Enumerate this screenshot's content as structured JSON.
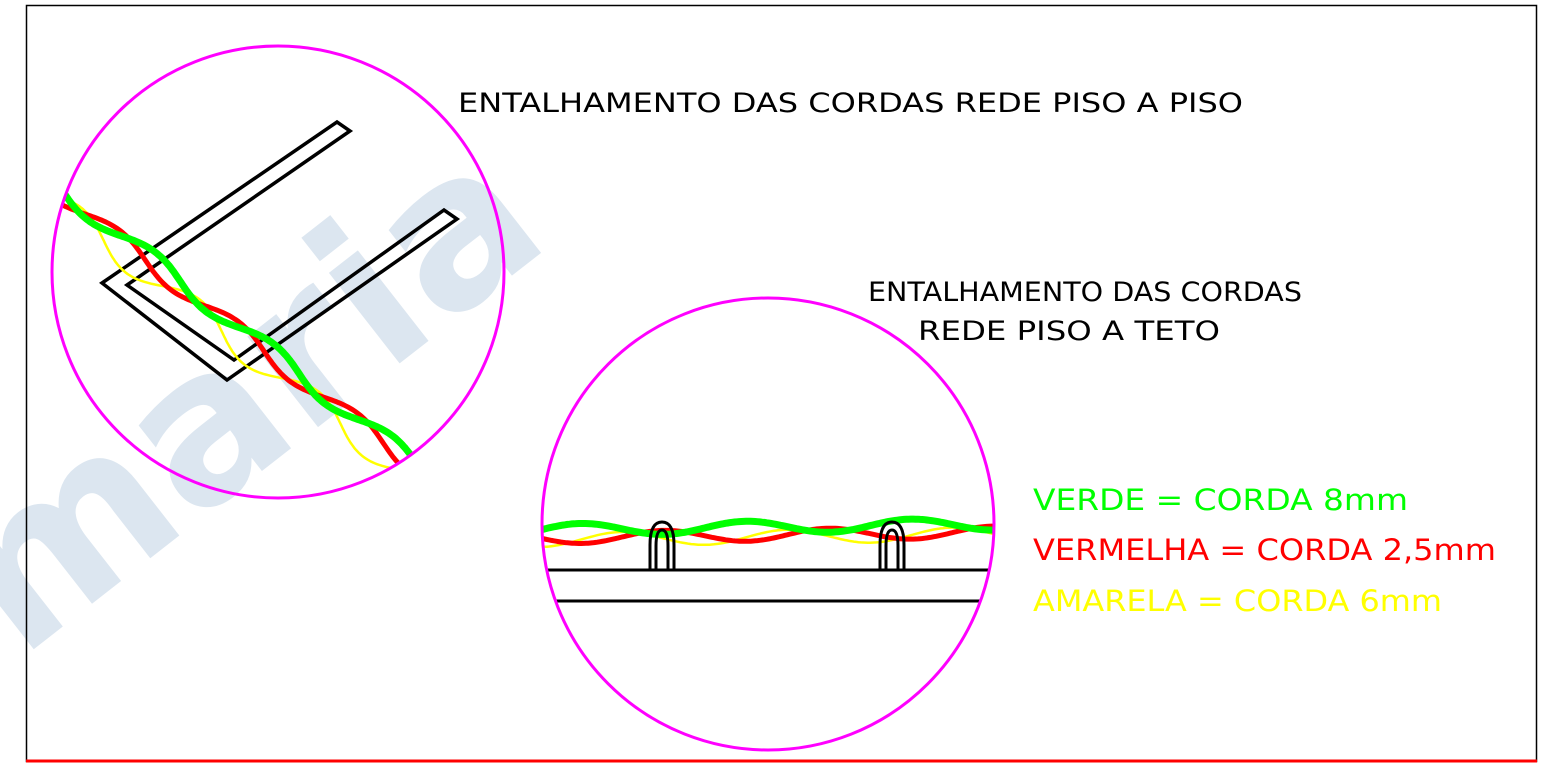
{
  "titles": {
    "floor_to_floor": "ENTALHAMENTO DAS CORDAS REDE PISO A PISO",
    "floor_to_ceiling_line1": "ENTALHAMENTO DAS CORDAS",
    "floor_to_ceiling_line2": "REDE PISO A TETO"
  },
  "legend": {
    "green": {
      "text": "VERDE = CORDA 8mm",
      "color": "#00ff00"
    },
    "red": {
      "text": "VERMELHA = CORDA 2,5mm",
      "color": "#ff0000"
    },
    "yellow": {
      "text": "AMARELA = CORDA 6mm",
      "color": "#ffff00"
    }
  },
  "watermark": "maria",
  "colors": {
    "circle": "#ff00ff",
    "frame": "#000000",
    "bottom_border": "#ff0000",
    "hardware": "#000000",
    "watermark": "#dce6f0"
  }
}
